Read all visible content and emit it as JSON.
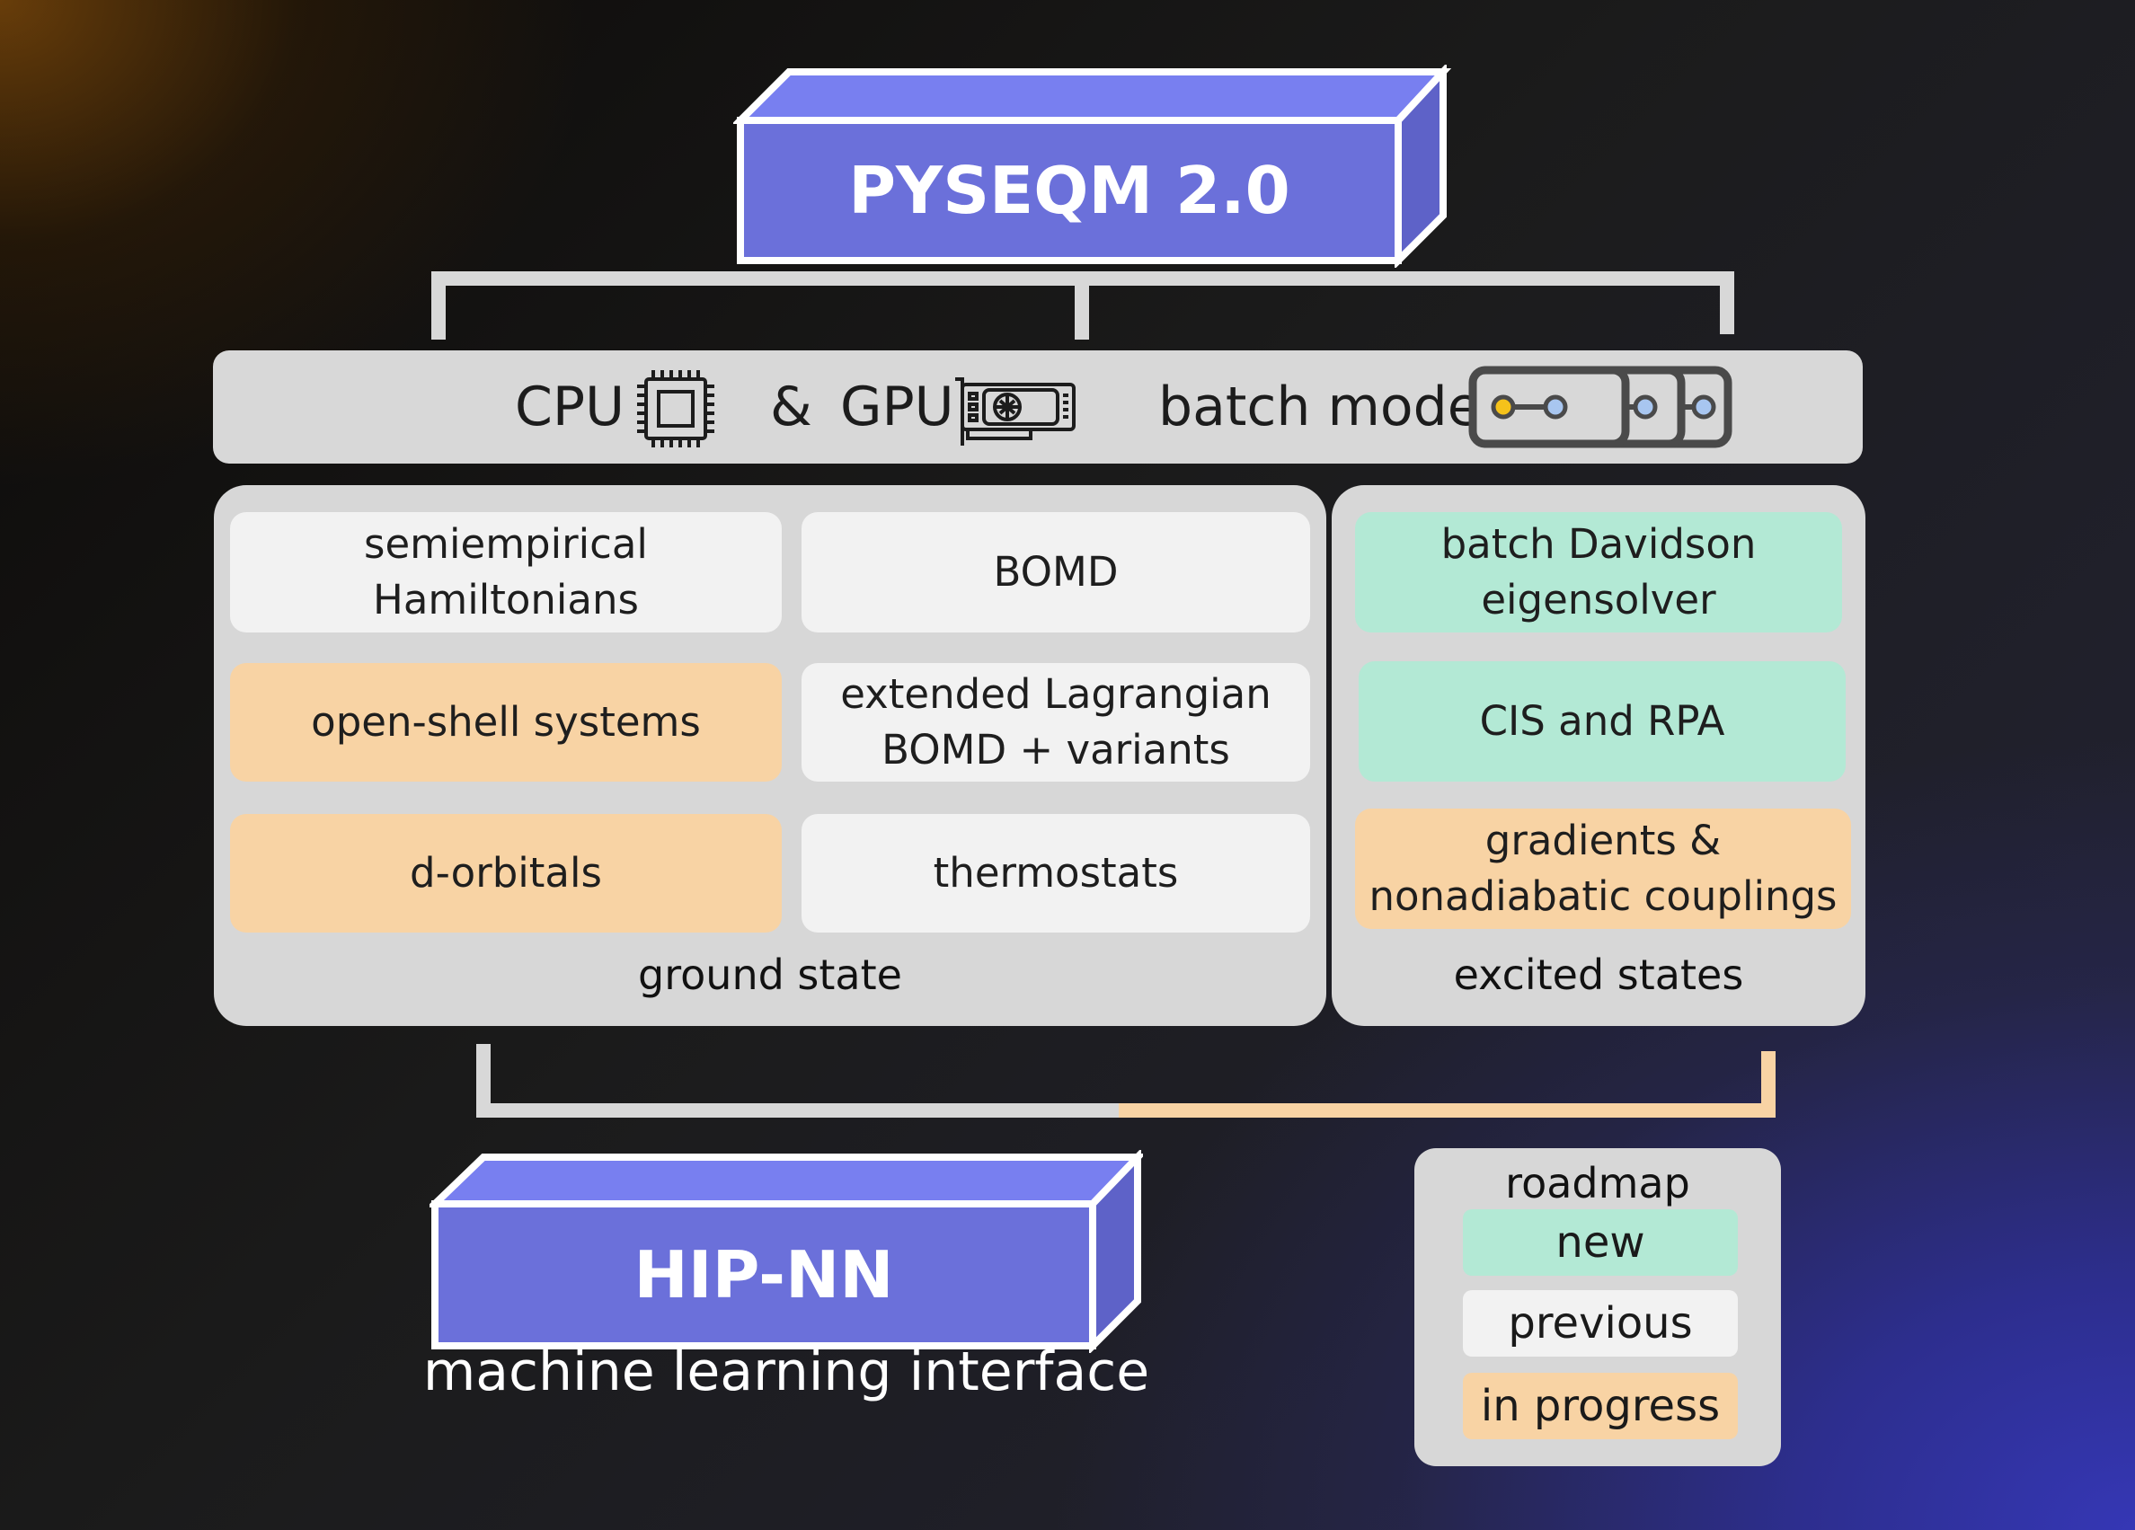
{
  "title": "PYSEQM 2.0",
  "colors": {
    "cube_front": "#6b70da",
    "cube_top": "#787ff0",
    "cube_side": "#5e62c8",
    "new": "#b3e9d5",
    "previous": "#f2f2f2",
    "in_progress": "#f8d3a4",
    "panel": "#d7d7d7",
    "connector": "#d8d8d8"
  },
  "platform_bar": {
    "cpu_label": "CPU",
    "cpu_icon": "cpu-chip-icon",
    "ampersand": "&",
    "gpu_label": "GPU",
    "gpu_icon": "graphics-card-icon",
    "batch_label": "batch mode",
    "batch_icon": "batch-stack-icon"
  },
  "ground_state": {
    "label": "ground state",
    "boxes": [
      {
        "text": "semiempirical\nHamiltonians",
        "status": "previous"
      },
      {
        "text": "BOMD",
        "status": "previous"
      },
      {
        "text": "open-shell systems",
        "status": "in_progress"
      },
      {
        "text": "extended Lagrangian\nBOMD + variants",
        "status": "previous"
      },
      {
        "text": "d-orbitals",
        "status": "in_progress"
      },
      {
        "text": "thermostats",
        "status": "previous"
      }
    ]
  },
  "excited_states": {
    "label": "excited states",
    "boxes": [
      {
        "text": "batch Davidson\neigensolver",
        "status": "new"
      },
      {
        "text": "CIS and RPA",
        "status": "new"
      },
      {
        "text": "gradients &\nnonadiabatic couplings",
        "status": "in_progress"
      }
    ]
  },
  "ml_interface": {
    "title": "HIP-NN",
    "subtitle": "machine learning interface"
  },
  "legend": {
    "title": "roadmap",
    "items": [
      {
        "label": "new",
        "status": "new"
      },
      {
        "label": "previous",
        "status": "previous"
      },
      {
        "label": "in progress",
        "status": "in_progress"
      }
    ]
  }
}
